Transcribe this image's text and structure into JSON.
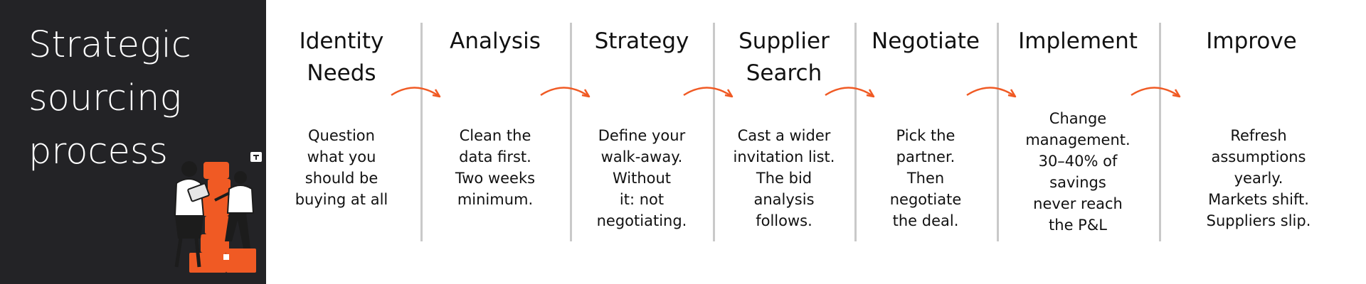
{
  "panel": {
    "title_lines": [
      "Strategic",
      "sourcing",
      "process"
    ]
  },
  "steps": [
    {
      "title_lines": [
        "Identity",
        "Needs"
      ],
      "desc_lines": [
        "Question",
        "what you",
        "should be",
        "buying at all"
      ]
    },
    {
      "title_lines": [
        "Analysis"
      ],
      "desc_lines": [
        "Clean the",
        "data first.",
        "Two weeks",
        "minimum."
      ]
    },
    {
      "title_lines": [
        "Strategy"
      ],
      "desc_lines": [
        "Define your",
        "walk-away.",
        "Without",
        "it: not",
        "negotiating."
      ]
    },
    {
      "title_lines": [
        "Supplier",
        "Search"
      ],
      "desc_lines": [
        "Cast a wider",
        "invitation list.",
        "The bid",
        "analysis",
        "follows."
      ]
    },
    {
      "title_lines": [
        "Negotiate"
      ],
      "desc_lines": [
        "Pick the",
        "partner.",
        "Then",
        "negotiate",
        "the deal."
      ]
    },
    {
      "title_lines": [
        "Implement"
      ],
      "desc_lines": [
        "Change",
        "management.",
        "30–40% of",
        "savings",
        "never reach",
        "the P&L"
      ]
    },
    {
      "title_lines": [
        "Improve"
      ],
      "desc_lines": [
        "Refresh",
        "assumptions",
        "yearly.",
        "Markets shift.",
        "Suppliers slip."
      ]
    }
  ],
  "colors": {
    "panel_background": "#232326",
    "accent": "#f05a24",
    "divider": "#c9c9c9",
    "text": "#111111"
  },
  "icons": [
    "flow-arrow-icon",
    "people-boxes-illustration"
  ]
}
